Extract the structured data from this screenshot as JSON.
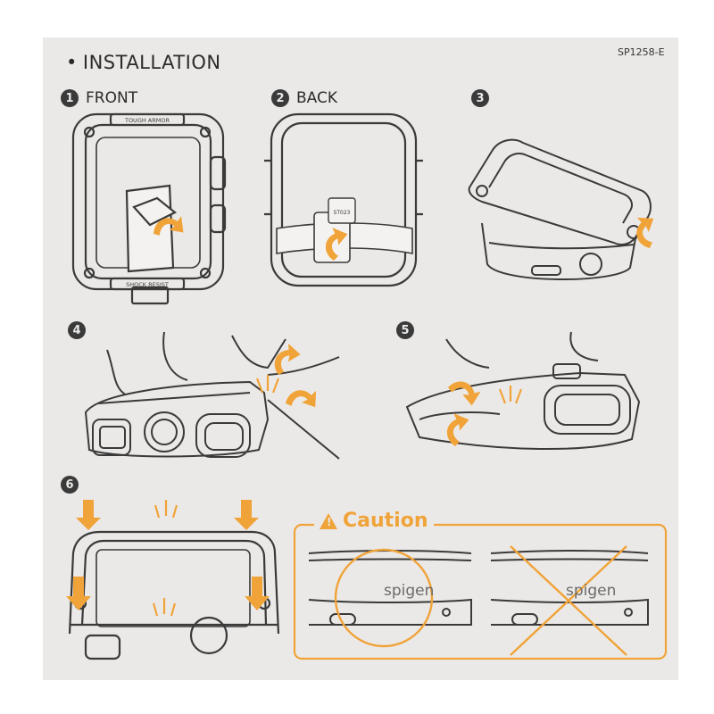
{
  "header": {
    "title": "INSTALLATION",
    "bullet": "•",
    "code": "SP1258-E"
  },
  "steps": [
    {
      "number": "1",
      "label": "FRONT"
    },
    {
      "number": "2",
      "label": "BACK"
    },
    {
      "number": "3",
      "label": ""
    },
    {
      "number": "4",
      "label": ""
    },
    {
      "number": "5",
      "label": ""
    },
    {
      "number": "6",
      "label": ""
    }
  ],
  "case_markings": {
    "top": "TOUGH ARMOR",
    "bottom": "SHOCK RESIST",
    "sticker": "ST023"
  },
  "caution": {
    "title": "Caution",
    "icon": "warning-triangle-icon",
    "brand_left": "spigen",
    "brand_right": "spigen"
  },
  "colors": {
    "accent": "#f0a338",
    "line": "#3a3a3a",
    "paper": "#ebe9e7"
  }
}
